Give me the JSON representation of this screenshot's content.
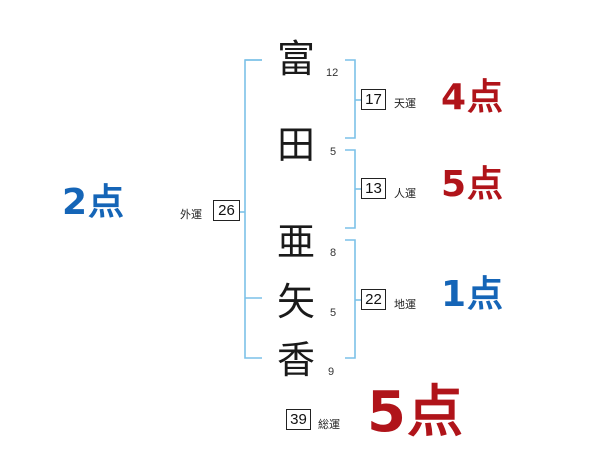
{
  "colors": {
    "bracket": "#7cc1e8",
    "good": "#b0141a",
    "neutral": "#1565b7"
  },
  "name": {
    "surname": [
      {
        "char": "富",
        "strokes": "12"
      },
      {
        "char": "田",
        "strokes": "5"
      }
    ],
    "given": [
      {
        "char": "亜",
        "strokes": "8"
      },
      {
        "char": "矢",
        "strokes": "5"
      },
      {
        "char": "香",
        "strokes": "9"
      }
    ]
  },
  "fortunes": {
    "tenun": {
      "label": "天運",
      "value": "17",
      "score": "4点"
    },
    "jinun": {
      "label": "人運",
      "value": "13",
      "score": "5点"
    },
    "chiun": {
      "label": "地運",
      "value": "22",
      "score": "1点"
    },
    "gaiun": {
      "label": "外運",
      "value": "26",
      "score": "2点"
    },
    "souun": {
      "label": "総運",
      "value": "39",
      "score": "5点"
    }
  }
}
